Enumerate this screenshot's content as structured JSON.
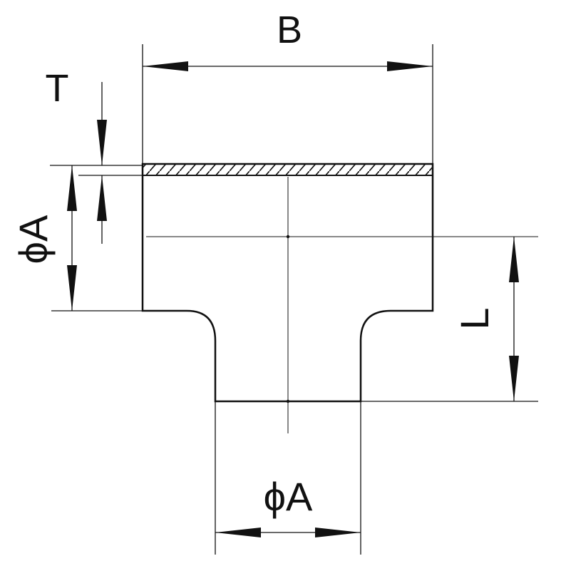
{
  "labels": {
    "B": "B",
    "T": "T",
    "phiA_left": "ϕA",
    "L": "L",
    "phiA_bottom": "ϕA"
  },
  "colors": {
    "line": "#111111",
    "background": "#ffffff"
  }
}
